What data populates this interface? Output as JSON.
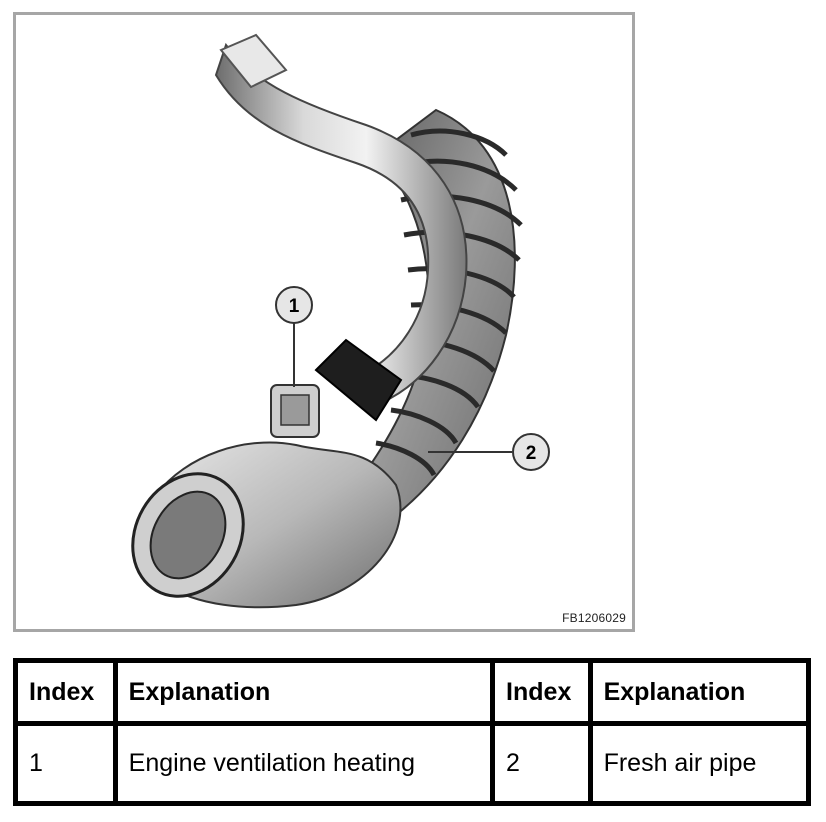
{
  "figure": {
    "code": "FB1206029",
    "callouts": [
      {
        "number": "1"
      },
      {
        "number": "2"
      }
    ]
  },
  "legend": {
    "headers": [
      "Index",
      "Explanation",
      "Index",
      "Explanation"
    ],
    "rows": [
      {
        "index_a": "1",
        "explanation_a": "Engine ventilation heating",
        "index_b": "2",
        "explanation_b": "Fresh air pipe"
      }
    ]
  }
}
